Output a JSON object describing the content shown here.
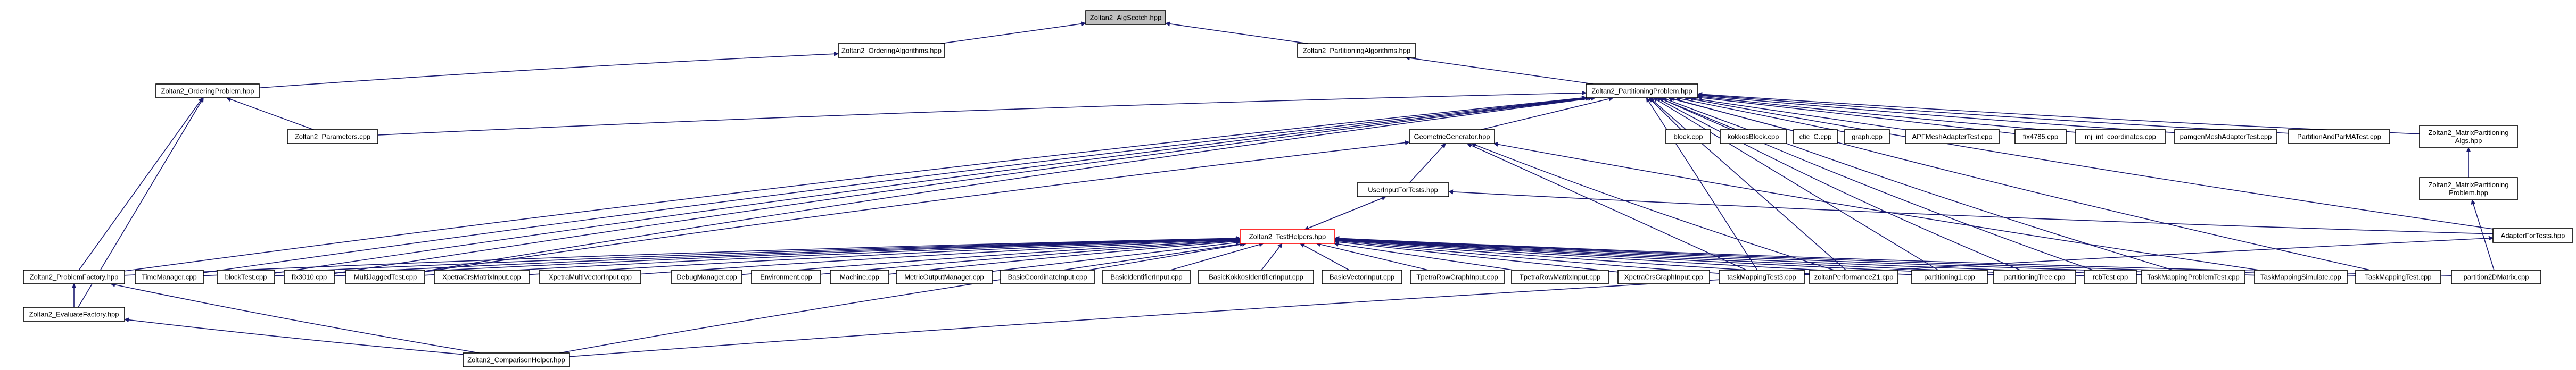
{
  "graph": {
    "nodes": [
      {
        "id": "algscotch",
        "label": "Zoltan2_AlgScotch.hpp",
        "root": true
      },
      {
        "id": "ordalg",
        "label": "Zoltan2_OrderingAlgorithms.hpp"
      },
      {
        "id": "partalg",
        "label": "Zoltan2_PartitioningAlgorithms.hpp"
      },
      {
        "id": "ordprob",
        "label": "Zoltan2_OrderingProblem.hpp"
      },
      {
        "id": "partprob",
        "label": "Zoltan2_PartitioningProblem.hpp"
      },
      {
        "id": "params",
        "label": "Zoltan2_Parameters.cpp"
      },
      {
        "id": "geomgen",
        "label": "GeometricGenerator.hpp"
      },
      {
        "id": "block",
        "label": "block.cpp"
      },
      {
        "id": "kokkosblock",
        "label": "kokkosBlock.cpp"
      },
      {
        "id": "ctic",
        "label": "ctic_C.cpp"
      },
      {
        "id": "graph",
        "label": "graph.cpp"
      },
      {
        "id": "apfmesh",
        "label": "APFMeshAdapterTest.cpp"
      },
      {
        "id": "fix4785",
        "label": "fix4785.cpp"
      },
      {
        "id": "mjint",
        "label": "mj_int_coordinates.cpp"
      },
      {
        "id": "pamgen",
        "label": "pamgenMeshAdapterTest.cpp"
      },
      {
        "id": "partandparma",
        "label": "PartitionAndParMATest.cpp"
      },
      {
        "id": "matrixalgs",
        "label": "Zoltan2_MatrixPartitioning\nAlgs.hpp"
      },
      {
        "id": "matrixprob",
        "label": "Zoltan2_MatrixPartitioning\nProblem.hpp"
      },
      {
        "id": "userinput",
        "label": "UserInputForTests.hpp"
      },
      {
        "id": "adapterfortests",
        "label": "AdapterForTests.hpp"
      },
      {
        "id": "testhelpers",
        "label": "Zoltan2_TestHelpers.hpp",
        "highlight": true
      },
      {
        "id": "probfactory",
        "label": "Zoltan2_ProblemFactory.hpp"
      },
      {
        "id": "timemanager",
        "label": "TimeManager.cpp"
      },
      {
        "id": "blocktest",
        "label": "blockTest.cpp"
      },
      {
        "id": "fix3010",
        "label": "fix3010.cpp"
      },
      {
        "id": "multijagged",
        "label": "MultiJaggedTest.cpp"
      },
      {
        "id": "xpetracrsmatrix",
        "label": "XpetraCrsMatrixInput.cpp"
      },
      {
        "id": "xpetramultivec",
        "label": "XpetraMultiVectorInput.cpp"
      },
      {
        "id": "debugmanager",
        "label": "DebugManager.cpp"
      },
      {
        "id": "environment",
        "label": "Environment.cpp"
      },
      {
        "id": "machine",
        "label": "Machine.cpp"
      },
      {
        "id": "metricoutput",
        "label": "MetricOutputManager.cpp"
      },
      {
        "id": "basiccoord",
        "label": "BasicCoordinateInput.cpp"
      },
      {
        "id": "basicident",
        "label": "BasicIdentifierInput.cpp"
      },
      {
        "id": "basickokkos",
        "label": "BasicKokkosIdentifierInput.cpp"
      },
      {
        "id": "basicvector",
        "label": "BasicVectorInput.cpp"
      },
      {
        "id": "tpetrarowgraph",
        "label": "TpetraRowGraphInput.cpp"
      },
      {
        "id": "tpetrarowmatrix",
        "label": "TpetraRowMatrixInput.cpp"
      },
      {
        "id": "xpetracrsgraph",
        "label": "XpetraCrsGraphInput.cpp"
      },
      {
        "id": "taskmap3",
        "label": "taskMappingTest3.cpp"
      },
      {
        "id": "zoltanperf",
        "label": "zoltanPerformanceZ1.cpp"
      },
      {
        "id": "partitioning1",
        "label": "partitioning1.cpp"
      },
      {
        "id": "partitioningtree",
        "label": "partitioningTree.cpp"
      },
      {
        "id": "rcbtest",
        "label": "rcbTest.cpp"
      },
      {
        "id": "taskmapprob",
        "label": "TaskMappingProblemTest.cpp"
      },
      {
        "id": "taskmapsim",
        "label": "TaskMappingSimulate.cpp"
      },
      {
        "id": "taskmaptest",
        "label": "TaskMappingTest.cpp"
      },
      {
        "id": "part2dmatrix",
        "label": "partition2DMatrix.cpp"
      },
      {
        "id": "evalfactory",
        "label": "Zoltan2_EvaluateFactory.hpp"
      },
      {
        "id": "comparisonhelper",
        "label": "Zoltan2_ComparisonHelper.hpp"
      }
    ],
    "edges": [
      [
        "ordalg",
        "algscotch"
      ],
      [
        "partalg",
        "algscotch"
      ],
      [
        "ordprob",
        "ordalg"
      ],
      [
        "partprob",
        "partalg"
      ],
      [
        "params",
        "ordprob"
      ],
      [
        "params",
        "partprob"
      ],
      [
        "probfactory",
        "ordprob"
      ],
      [
        "evalfactory",
        "ordprob"
      ],
      [
        "geomgen",
        "partprob"
      ],
      [
        "block",
        "partprob"
      ],
      [
        "kokkosblock",
        "partprob"
      ],
      [
        "ctic",
        "partprob"
      ],
      [
        "graph",
        "partprob"
      ],
      [
        "apfmesh",
        "partprob"
      ],
      [
        "fix4785",
        "partprob"
      ],
      [
        "mjint",
        "partprob"
      ],
      [
        "pamgen",
        "partprob"
      ],
      [
        "partandparma",
        "partprob"
      ],
      [
        "matrixalgs",
        "partprob"
      ],
      [
        "adapterfortests",
        "partprob"
      ],
      [
        "probfactory",
        "partprob"
      ],
      [
        "timemanager",
        "partprob"
      ],
      [
        "blocktest",
        "partprob"
      ],
      [
        "fix3010",
        "partprob"
      ],
      [
        "multijagged",
        "partprob"
      ],
      [
        "taskmap3",
        "partprob"
      ],
      [
        "zoltanperf",
        "partprob"
      ],
      [
        "partitioning1",
        "partprob"
      ],
      [
        "partitioningtree",
        "partprob"
      ],
      [
        "rcbtest",
        "partprob"
      ],
      [
        "taskmapprob",
        "partprob"
      ],
      [
        "taskmaptest",
        "partprob"
      ],
      [
        "matrixprob",
        "matrixalgs"
      ],
      [
        "part2dmatrix",
        "matrixprob"
      ],
      [
        "userinput",
        "geomgen"
      ],
      [
        "taskmap3",
        "geomgen"
      ],
      [
        "zoltanperf",
        "geomgen"
      ],
      [
        "multijagged",
        "geomgen"
      ],
      [
        "taskmapsim",
        "geomgen"
      ],
      [
        "testhelpers",
        "userinput"
      ],
      [
        "adapterfortests",
        "userinput"
      ],
      [
        "userinput",
        "testhelpers"
      ],
      [
        "probfactory",
        "testhelpers"
      ],
      [
        "timemanager",
        "testhelpers"
      ],
      [
        "blocktest",
        "testhelpers"
      ],
      [
        "fix3010",
        "testhelpers"
      ],
      [
        "multijagged",
        "testhelpers"
      ],
      [
        "xpetracrsmatrix",
        "testhelpers"
      ],
      [
        "xpetramultivec",
        "testhelpers"
      ],
      [
        "debugmanager",
        "testhelpers"
      ],
      [
        "environment",
        "testhelpers"
      ],
      [
        "machine",
        "testhelpers"
      ],
      [
        "metricoutput",
        "testhelpers"
      ],
      [
        "basiccoord",
        "testhelpers"
      ],
      [
        "basicident",
        "testhelpers"
      ],
      [
        "basickokkos",
        "testhelpers"
      ],
      [
        "basicvector",
        "testhelpers"
      ],
      [
        "tpetrarowgraph",
        "testhelpers"
      ],
      [
        "tpetrarowmatrix",
        "testhelpers"
      ],
      [
        "xpetracrsgraph",
        "testhelpers"
      ],
      [
        "taskmap3",
        "testhelpers"
      ],
      [
        "zoltanperf",
        "testhelpers"
      ],
      [
        "partitioning1",
        "testhelpers"
      ],
      [
        "partitioningtree",
        "testhelpers"
      ],
      [
        "rcbtest",
        "testhelpers"
      ],
      [
        "taskmapprob",
        "testhelpers"
      ],
      [
        "taskmapsim",
        "testhelpers"
      ],
      [
        "taskmaptest",
        "testhelpers"
      ],
      [
        "part2dmatrix",
        "testhelpers"
      ],
      [
        "comparisonhelper",
        "testhelpers"
      ],
      [
        "evalfactory",
        "probfactory"
      ],
      [
        "comparisonhelper",
        "probfactory"
      ],
      [
        "comparisonhelper",
        "evalfactory"
      ],
      [
        "comparisonhelper",
        "adapterfortests"
      ]
    ]
  }
}
